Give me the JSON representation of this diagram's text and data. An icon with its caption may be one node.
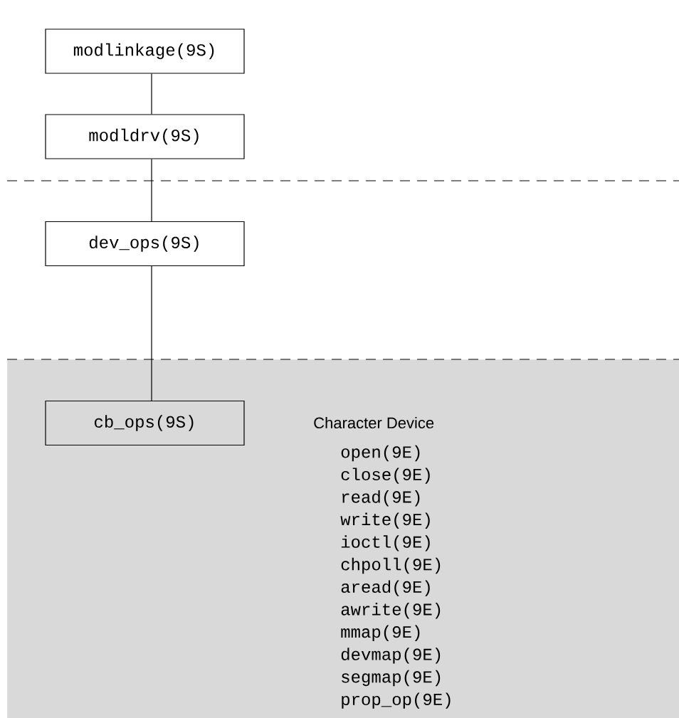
{
  "diagram": {
    "nodes": [
      {
        "text": [
          "modlinkage(9S)"
        ]
      },
      {
        "text": [
          "modldrv(9S)"
        ]
      },
      {
        "text": [
          "dev_ops(9S)"
        ]
      },
      {
        "text": [
          "Character Device",
          "open(9E)",
          "close(9E)",
          "read(9E)",
          "write(9E)",
          "ioctl(9E)",
          "chpoll(9E)",
          "aread(9E)",
          "awrite(9E)",
          "mmap(9E)",
          "devmap(9E)",
          "segmap(9E)",
          "prop_op(9E)"
        ]
      },
      {
        "text": [
          "cb_ops(9S)"
        ],
        "in": 3
      }
    ],
    "edges": [
      {
        "from": 0,
        "to": 1,
        "arrow": "none"
      },
      {
        "from": 1,
        "to": 2,
        "arrow": "none"
      },
      {
        "from": 2,
        "to": 4,
        "arrow": "none"
      }
    ]
  }
}
